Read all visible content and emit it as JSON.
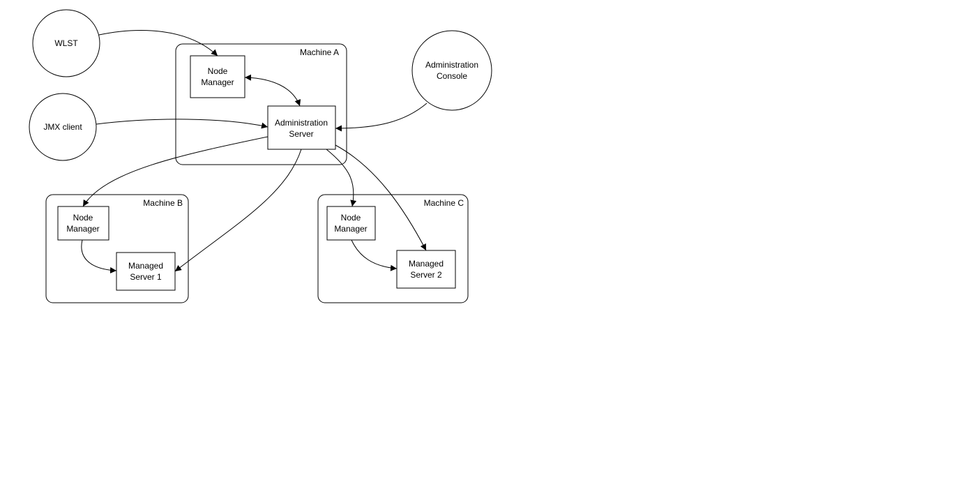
{
  "diagram": {
    "external": {
      "wlst": "WLST",
      "jmx_client": "JMX client",
      "admin_console": [
        "Administration",
        "Console"
      ]
    },
    "machine_a": {
      "label": "Machine A",
      "node_manager": [
        "Node",
        "Manager"
      ],
      "admin_server": [
        "Administration",
        "Server"
      ]
    },
    "machine_b": {
      "label": "Machine B",
      "node_manager": [
        "Node",
        "Manager"
      ],
      "managed_server": [
        "Managed",
        "Server 1"
      ]
    },
    "machine_c": {
      "label": "Machine C",
      "node_manager": [
        "Node",
        "Manager"
      ],
      "managed_server": [
        "Managed",
        "Server 2"
      ]
    }
  }
}
